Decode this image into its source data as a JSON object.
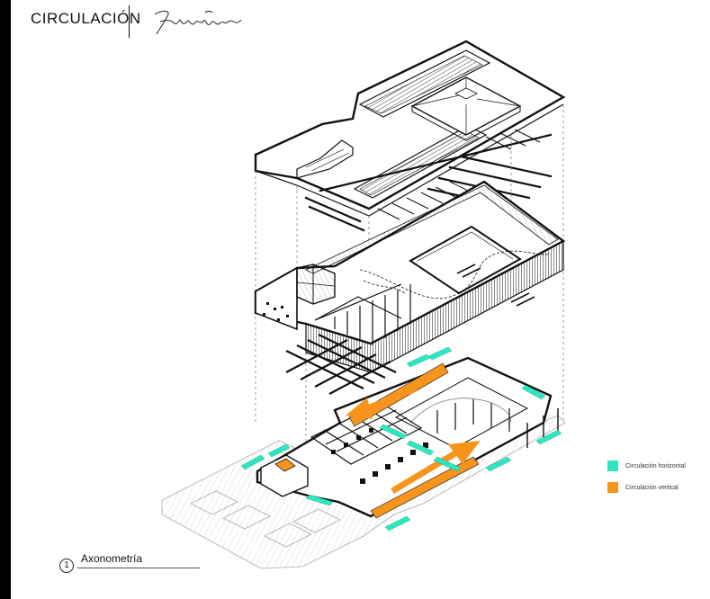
{
  "header": {
    "title": "CIRCULACIÓN"
  },
  "legend": {
    "items": [
      {
        "label": "Circulación horizontal",
        "color": "#2ee6c0"
      },
      {
        "label": "Circulación vertical",
        "color": "#f7941d"
      }
    ]
  },
  "caption": {
    "number": "1",
    "title": "Axonometría"
  },
  "colors": {
    "line": "#111111",
    "hatch": "#999999",
    "ground": "#e9e9e9",
    "accent_horizontal": "#2ee6c0",
    "accent_vertical": "#f7941d"
  }
}
